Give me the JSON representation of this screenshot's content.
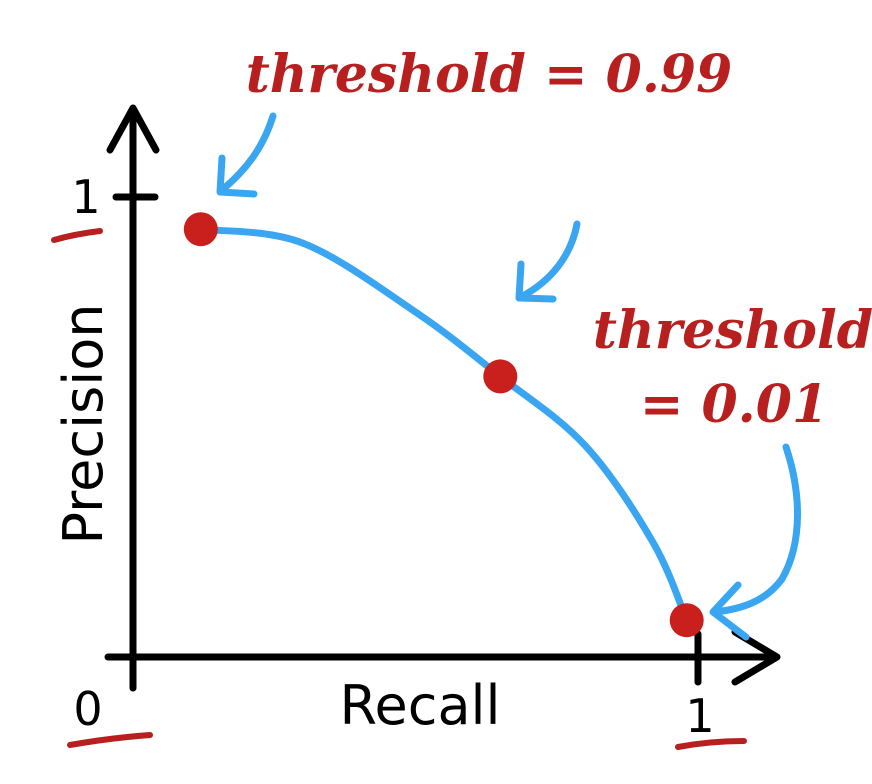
{
  "chart_data": {
    "type": "line",
    "title": "",
    "xlabel": "Recall",
    "ylabel": "Precision",
    "xlim": [
      0,
      1
    ],
    "ylim": [
      0,
      1
    ],
    "x_ticks": [
      "0",
      "1"
    ],
    "y_ticks": [
      "1"
    ],
    "grid": false,
    "curve_x": [
      0.12,
      0.3,
      0.5,
      0.65,
      0.8,
      0.92,
      0.98
    ],
    "curve_y": [
      0.93,
      0.9,
      0.75,
      0.61,
      0.46,
      0.25,
      0.08
    ],
    "points": [
      {
        "x": 0.12,
        "y": 0.93
      },
      {
        "x": 0.65,
        "y": 0.61
      },
      {
        "x": 0.98,
        "y": 0.08
      }
    ],
    "annotations": [
      {
        "text": "threshold = 0.99"
      },
      {
        "text": "threshold"
      },
      {
        "text": "= 0.01"
      }
    ],
    "colors": {
      "curve": "#3aa6f2",
      "points": "#c9201e",
      "annotation": "#b82020",
      "axes": "#000000"
    }
  }
}
